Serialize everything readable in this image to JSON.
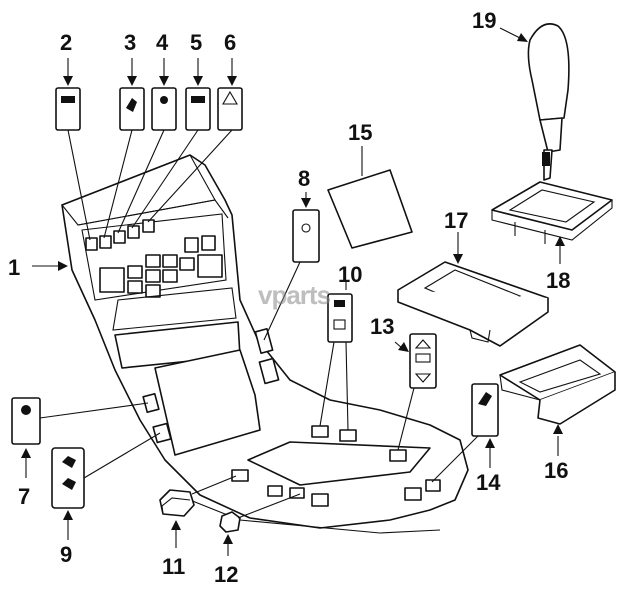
{
  "callouts": {
    "c1": "1",
    "c2": "2",
    "c3": "3",
    "c4": "4",
    "c5": "5",
    "c6": "6",
    "c7": "7",
    "c8": "8",
    "c9": "9",
    "c10": "10",
    "c11": "11",
    "c12": "12",
    "c13": "13",
    "c14": "14",
    "c15": "15",
    "c16": "16",
    "c17": "17",
    "c18": "18",
    "c19": "19"
  },
  "watermark": "vparts",
  "colors": {
    "ink": "#111111",
    "background": "#ffffff",
    "watermark": "#8a8a8a"
  }
}
